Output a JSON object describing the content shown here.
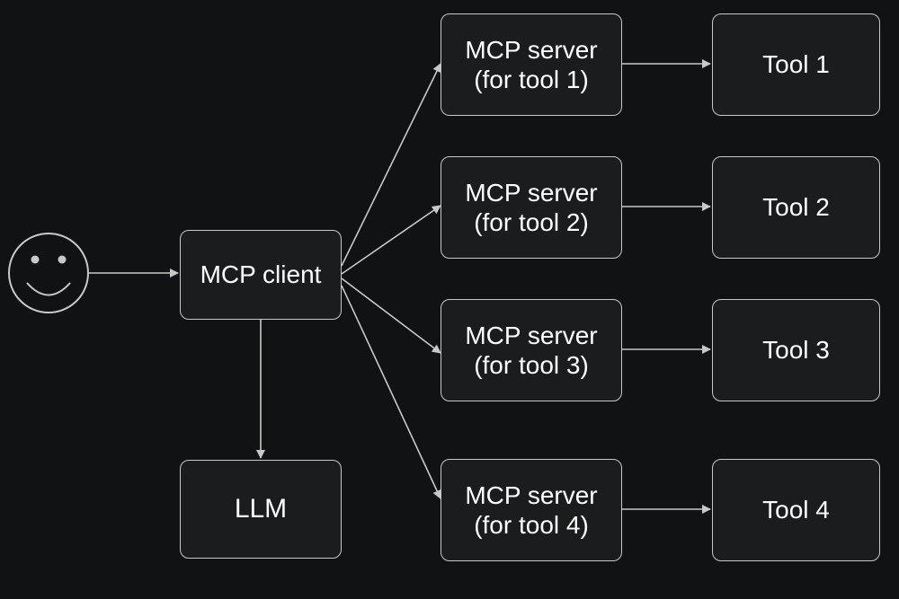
{
  "diagram": {
    "user": {
      "icon": "smiley-face-icon"
    },
    "client": {
      "label": "MCP client"
    },
    "llm": {
      "label": "LLM"
    },
    "servers": [
      {
        "label": "MCP server (for tool 1)"
      },
      {
        "label": "MCP server (for tool 2)"
      },
      {
        "label": "MCP server (for tool 3)"
      },
      {
        "label": "MCP server (for tool 4)"
      }
    ],
    "tools": [
      {
        "label": "Tool 1"
      },
      {
        "label": "Tool 2"
      },
      {
        "label": "Tool 3"
      },
      {
        "label": "Tool 4"
      }
    ],
    "edges": [
      {
        "from": "user",
        "to": "client"
      },
      {
        "from": "client",
        "to": "llm"
      },
      {
        "from": "client",
        "to": "server-1"
      },
      {
        "from": "client",
        "to": "server-2"
      },
      {
        "from": "client",
        "to": "server-3"
      },
      {
        "from": "client",
        "to": "server-4"
      },
      {
        "from": "server-1",
        "to": "tool-1"
      },
      {
        "from": "server-2",
        "to": "tool-2"
      },
      {
        "from": "server-3",
        "to": "tool-3"
      },
      {
        "from": "server-4",
        "to": "tool-4"
      }
    ],
    "colors": {
      "background": "#111214",
      "node_fill": "#1b1c1e",
      "stroke": "#c8c8c8",
      "text": "#ffffff"
    }
  }
}
